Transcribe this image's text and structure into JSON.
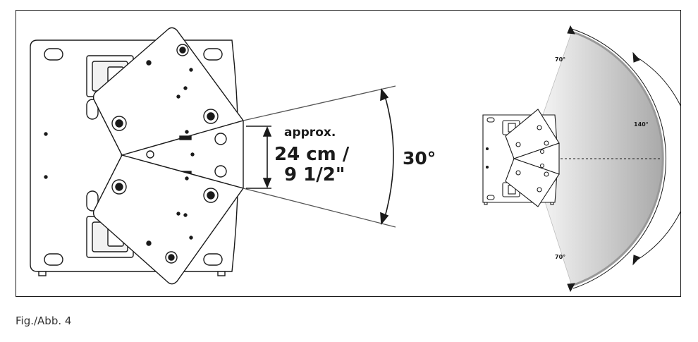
{
  "labels": {
    "approx": "approx.",
    "dim_metric": "24 cm /",
    "dim_imperial": "9 1/2\"",
    "splay_angle": "30°",
    "coverage_upper": "70°",
    "coverage_total": "140°",
    "coverage_lower": "70°"
  },
  "caption": "Fig./Abb. 4",
  "colors": {
    "line": "#1a1a1a",
    "fill": "#ffffff",
    "shade_light": "#f6f6f6",
    "shade_dark": "#a9a9a9"
  }
}
